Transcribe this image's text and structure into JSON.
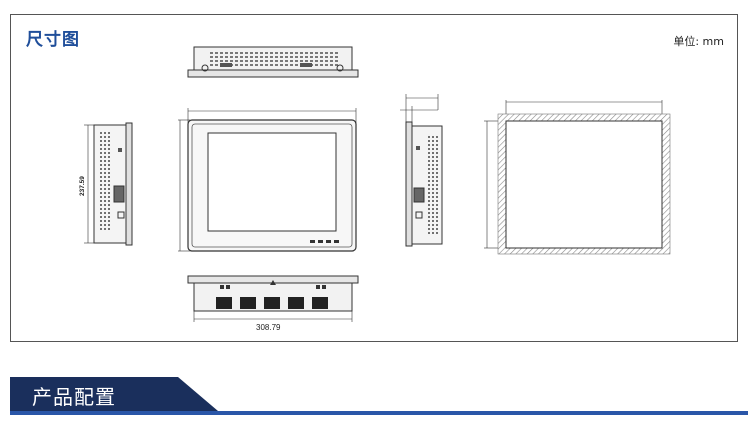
{
  "header": {
    "title": "尺寸图",
    "unit_label": "单位: mm"
  },
  "dimensions": {
    "width_label": "308.79",
    "height_label": "237.59"
  },
  "section": {
    "title": "产品配置"
  },
  "colors": {
    "title_blue": "#1f4e9a",
    "banner_navy": "#1a2f5c",
    "rule_blue": "#2a56a8",
    "line": "#333333"
  }
}
